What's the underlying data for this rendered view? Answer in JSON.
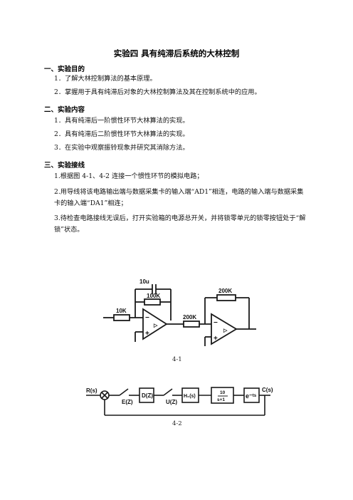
{
  "title": "实验四  具有纯滞后系统的大林控制",
  "sections": [
    {
      "heading": "一、实验目的",
      "items": [
        "1．了解大林控制算法的基本原理。",
        "2．掌握用于具有纯滞后对象的大林控制算法及其在控制系统中的应用。"
      ]
    },
    {
      "heading": "二、实验内容",
      "items": [
        "1．具有纯滞后一阶惯性环节大林算法的实现。",
        "2．具有纯滞后二阶惯性环节大林算法的实现。",
        "3．在实验中观察振铃现象并研究其消除方法。"
      ]
    },
    {
      "heading": "三、实验接线",
      "items": [
        "1.根据图 4-1、4-2 连接一个惯性环节的模拟电路；",
        "2.用导线将该电路输出端与数据采集卡的输入端“AD1”相连，电路的输入端与数据采集",
        "卡的输入端“DA1”相连；",
        "3.待检查电路接线无误后，打开实验箱的电源总开关，并将锁零单元的锁零按钮处于“解",
        "锁”状态。"
      ]
    }
  ],
  "circuit": {
    "labels": {
      "c1": "10u",
      "r_fb": "100K",
      "r_in": "10K",
      "r_mid": "200K",
      "r_fb2": "200K"
    },
    "caption": "4-1"
  },
  "block_diagram": {
    "labels": {
      "input": "R(s)",
      "error": "E(Z)",
      "controller": "D(Z)",
      "u": "U(Z)",
      "hold": "H₀(s)",
      "plant_num": "10",
      "plant_den": "s+1",
      "delay": "e⁻ᵗˢ",
      "output": "C(s)"
    },
    "caption": "4-2"
  }
}
